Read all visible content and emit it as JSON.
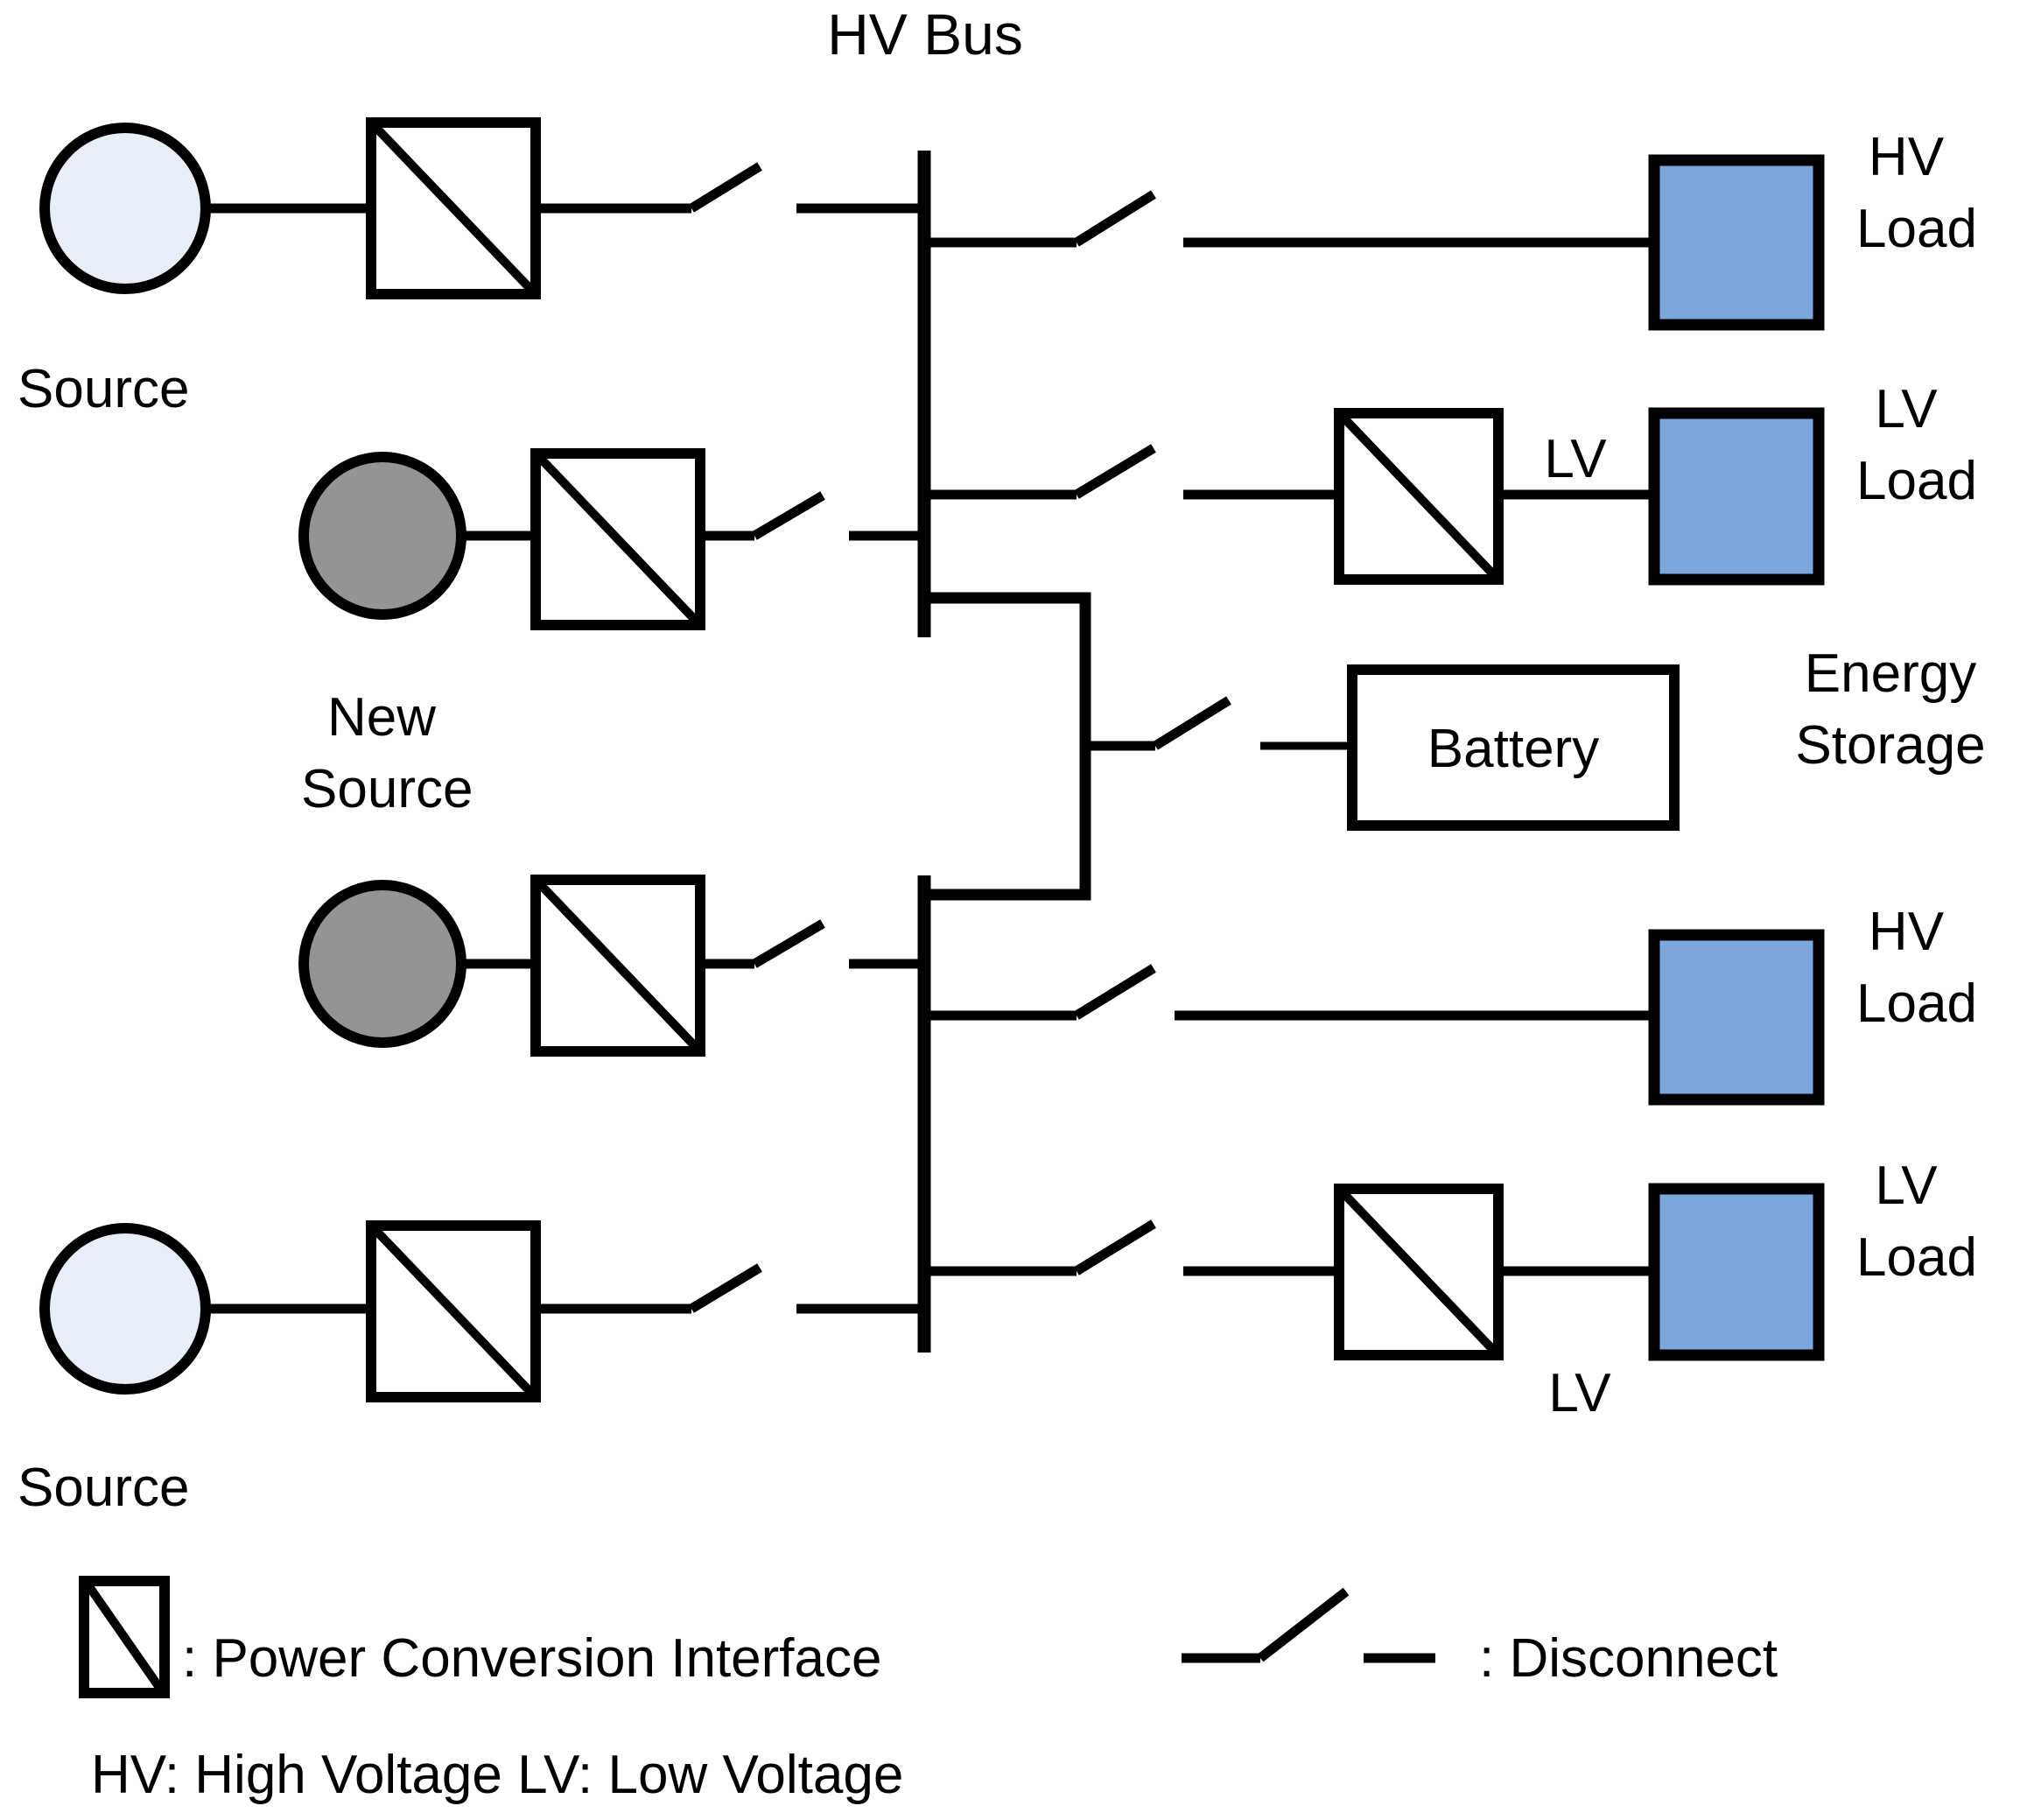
{
  "diagram": {
    "title": "HV Bus",
    "bus_label": "HV Bus",
    "colors": {
      "source_fill": "#E8EEF7",
      "new_source_fill": "#949494",
      "load_fill": "#7BA7DC",
      "stroke": "#000000",
      "background": "#FFFFFF"
    },
    "left_branches": [
      {
        "id": "src-1",
        "source_label": "Source",
        "source_type": "existing",
        "fill": "#E8EEF7",
        "has_pci": true,
        "has_disconnect": true
      },
      {
        "id": "src-2",
        "source_label": "New\nSource",
        "source_label_line1": "New",
        "source_label_line2": "Source",
        "source_type": "new",
        "fill": "#949494",
        "has_pci": true,
        "has_disconnect": true
      },
      {
        "id": "src-3",
        "source_label": "",
        "source_type": "new",
        "fill": "#949494",
        "has_pci": true,
        "has_disconnect": true
      },
      {
        "id": "src-4",
        "source_label": "Source",
        "source_type": "existing",
        "fill": "#E8EEF7",
        "has_pci": true,
        "has_disconnect": true
      }
    ],
    "right_branches": [
      {
        "id": "load-1",
        "label_line1": "HV",
        "label_line2": "Load",
        "kind": "hv-load",
        "has_pci": false,
        "inline_label": ""
      },
      {
        "id": "load-2",
        "label_line1": "LV",
        "label_line2": "Load",
        "kind": "lv-load",
        "has_pci": true,
        "inline_label": "LV"
      },
      {
        "id": "storage",
        "label_line1": "Energy",
        "label_line2": "Storage",
        "kind": "battery",
        "box_label": "Battery",
        "has_pci": false,
        "inline_label": ""
      },
      {
        "id": "load-3",
        "label_line1": "HV",
        "label_line2": "Load",
        "kind": "hv-load",
        "has_pci": false,
        "inline_label": ""
      },
      {
        "id": "load-4",
        "label_line1": "LV",
        "label_line2": "Load",
        "kind": "lv-load",
        "has_pci": true,
        "inline_label": "LV"
      }
    ],
    "legend": {
      "pci_symbol_name": "power-conversion-interface-icon",
      "pci_text": ": Power Conversion Interface",
      "disconnect_symbol_name": "disconnect-icon",
      "disconnect_text": ": Disconnect",
      "abbreviations": "HV: High Voltage   LV: Low Voltage",
      "abbrev_hv": "HV: High Voltage",
      "abbrev_lv": "LV: Low Voltage"
    }
  }
}
